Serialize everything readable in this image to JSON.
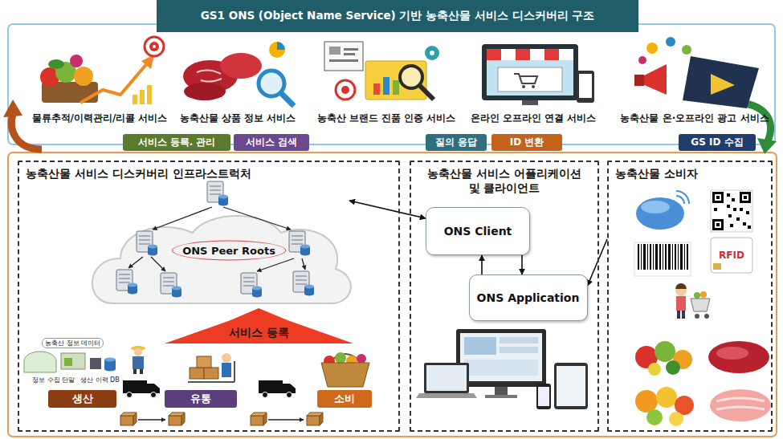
{
  "diagram": {
    "title": "GS1 ONS (Object Name Service) 기반 농축산물 서비스 디스커버리 구조",
    "nodes": [
      {
        "text": [
          "서비스 등록. 관리"
        ]
      },
      {
        "text": [
          "서비스 검색"
        ]
      },
      {
        "text": [
          "질의 응답"
        ]
      },
      {
        "text": [
          "ID 변환"
        ]
      },
      {
        "text": [
          "GS ID 수집"
        ]
      },
      {
        "text": [
          "농축산물 서비스 디스커버리 인프라스트럭처"
        ]
      },
      {
        "text": [
          "ONS Peer Roots"
        ],
        "in": 5
      },
      {
        "text": [
          "서비스 등록"
        ],
        "in": 5
      },
      {
        "text": [
          "생산"
        ],
        "in": 5
      },
      {
        "text": [
          "유통"
        ],
        "in": 5
      },
      {
        "text": [
          "소비"
        ],
        "in": 5
      },
      {
        "text": [
          "농축산물 서비스 어플리케이션 및 클라이언트"
        ]
      },
      {
        "text": [
          "ONS Client"
        ],
        "in": 11
      },
      {
        "text": [
          "ONS Application"
        ],
        "in": 11
      },
      {
        "text": [
          "농축산물 소비자"
        ]
      }
    ],
    "edges": [
      {
        "from": 6,
        "to": 12,
        "arrow": "both"
      },
      {
        "from": 12,
        "to": 13,
        "arrow": "to"
      },
      {
        "from": 13,
        "to": 12,
        "arrow": "to"
      },
      {
        "from": 14,
        "to": 13,
        "arrow": "to"
      }
    ],
    "labels": [
      "물류추적/이력관리/리콜 서비스",
      "농축산물 상품 정보 서비스",
      "농축산 브랜드 진품 인증 서비스",
      "온라인 오프라인 연결 서비스",
      "농축산물 온·오프라인 광고 서비스",
      "농축산 정보 데이터",
      "정보 수집 단말",
      "생산 이력 DB",
      "RFID"
    ]
  }
}
